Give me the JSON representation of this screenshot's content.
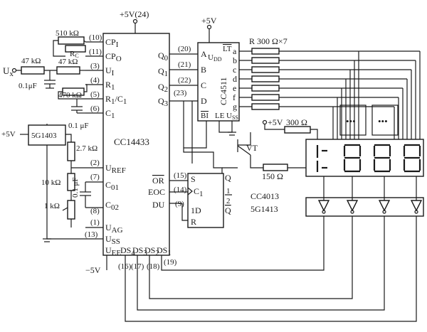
{
  "cc14433": {
    "name": "CC14433",
    "supply_top": "+5V(24)",
    "supply_neg": "−5V",
    "left_pins": [
      "CP",
      "CP",
      "U",
      "R",
      "R",
      "/C",
      "C",
      "U",
      "C",
      "C",
      "U",
      "U",
      "U"
    ],
    "left_subs": [
      "I",
      "O",
      "I",
      "1",
      "1",
      "1",
      "1",
      "REF",
      "01",
      "02",
      "AG",
      "SS",
      "EE"
    ],
    "left_nums": [
      "(10)",
      "(11)",
      "(3)",
      "(4)",
      "(5)",
      "(6)",
      "(2)",
      "(7)",
      "(8)",
      "(1)",
      "(13)"
    ],
    "right_pins": [
      "Q",
      "Q",
      "Q",
      "Q",
      "OR",
      "EOC",
      "DU"
    ],
    "right_subs": [
      "0",
      "1",
      "2",
      "3"
    ],
    "right_nums": [
      "(20)",
      "(21)",
      "(22)",
      "(23)",
      "(15)",
      "(14)",
      "(9)"
    ],
    "bottom_pins": [
      "DS",
      "DS",
      "DS",
      "DS"
    ],
    "bottom_subs": [
      "4",
      "3",
      "2",
      "1"
    ],
    "bottom_nums": [
      "(16)",
      "(17)",
      "(18)",
      "(19)"
    ],
    "input": "U",
    "input_sub": "x"
  },
  "components": {
    "r_510": "510 kΩ",
    "rc": "R",
    "rc_sub": "C",
    "r_47a": "47 kΩ",
    "r_47b": "47 kΩ",
    "r_470": "470 kΩ",
    "c_01a": "0.1μF",
    "c_01b": "0.1 μF",
    "r_27": "2.7 kΩ",
    "r_10": "10 kΩ",
    "r_1": "1 kΩ",
    "c_01c": "0.1 μF",
    "plus5v_ref": "+5V",
    "ref_chip": "5G1403"
  },
  "cc4511": {
    "name": "CC4511",
    "supply": "+5V",
    "inputs": [
      "A",
      "B",
      "C",
      "D"
    ],
    "lt": "LT",
    "udd": "U",
    "udd_sub": "DD",
    "outputs": [
      "a",
      "b",
      "c",
      "d",
      "e",
      "f",
      "g"
    ],
    "bottom": [
      "BI",
      "LE",
      "U"
    ],
    "uss_sub": "SS",
    "resistors": "R  300  Ω×7"
  },
  "display": {
    "plus5v": "+5V",
    "r300": "300  Ω",
    "vt": "VT",
    "r150": "150  Ω",
    "digits": [
      "8",
      "8",
      "8"
    ]
  },
  "cc4013": {
    "name": "CC4013",
    "pins": [
      "S",
      "C",
      "1D",
      "R"
    ],
    "c_sub": "1",
    "outputs": [
      "Q",
      "Q"
    ],
    "mid": "1",
    "mid2": "2"
  },
  "driver": {
    "name": "5G1413"
  }
}
